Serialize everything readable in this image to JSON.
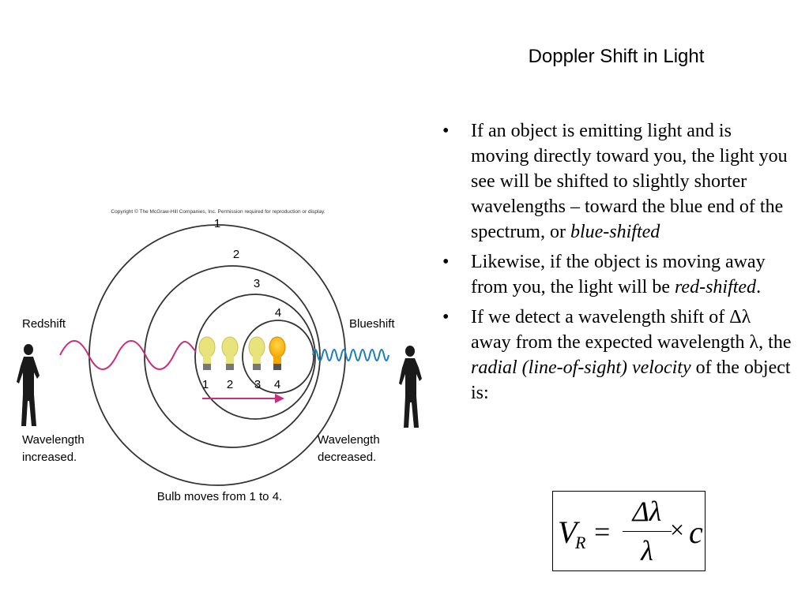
{
  "slide": {
    "title": "Doppler Shift in Light"
  },
  "bullets": [
    {
      "text": "If an object is emitting light and is moving directly toward you, the light you see will be shifted to slightly shorter wavelengths – toward the blue end of the spectrum, or ",
      "italic": "blue-shifted",
      "tail": ""
    },
    {
      "text": "Likewise, if the object is moving away from you, the light will be ",
      "italic": "red-shifted",
      "tail": "."
    },
    {
      "text": "If we detect a wavelength shift of Δλ away from the expected wavelength λ, the ",
      "italic": "radial (line-of-sight) velocity",
      "tail": " of the object is:"
    }
  ],
  "formula": {
    "v": "V",
    "subscript": "R",
    "equals": "=",
    "numerator": "Δλ",
    "denominator": "λ",
    "times": "×",
    "c": "c"
  },
  "diagram": {
    "copyright": "Copyright © The McGraw-Hill Companies, Inc. Permission required for reproduction or display.",
    "circle_labels": [
      "1",
      "2",
      "3",
      "4"
    ],
    "bulb_labels": [
      "1",
      "2",
      "3",
      "4"
    ],
    "left_label": "Redshift",
    "right_label": "Blueshift",
    "left_caption_line1": "Wavelength",
    "left_caption_line2": "increased.",
    "right_caption_line1": "Wavelength",
    "right_caption_line2": "decreased.",
    "bottom_caption": "Bulb moves from 1 to 4.",
    "colors": {
      "red_wave": "#c8307e",
      "blue_wave": "#1f7fb8",
      "bulb_pale": "#e9e37c",
      "bulb_lit": "#f5a800",
      "arrow": "#c8307e",
      "circle": "#333333"
    }
  }
}
